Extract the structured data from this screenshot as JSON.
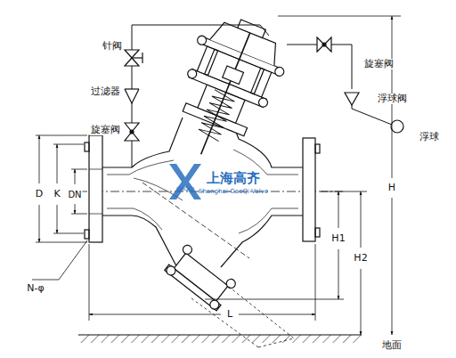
{
  "diagram": {
    "labels": [
      "针阀",
      "过滤器",
      "旋塞阀",
      "旋塞阀",
      "浮球阀",
      "浮球",
      "D",
      "K",
      "DN",
      "N-φ",
      "H",
      "H1",
      "H2",
      "L",
      "地面",
      "上海高齐",
      "Shanghai-GaoQi Valve",
      "GAOQI"
    ]
  }
}
